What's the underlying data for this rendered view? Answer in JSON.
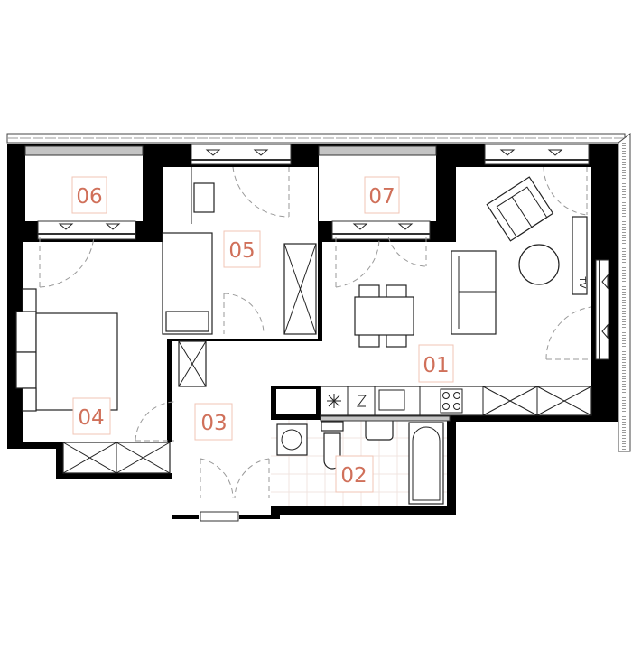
{
  "plan": {
    "rooms": [
      {
        "id": "01",
        "label": "01"
      },
      {
        "id": "02",
        "label": "02"
      },
      {
        "id": "03",
        "label": "03"
      },
      {
        "id": "04",
        "label": "04"
      },
      {
        "id": "05",
        "label": "05"
      },
      {
        "id": "06",
        "label": "06"
      },
      {
        "id": "07",
        "label": "07"
      }
    ],
    "tv_label": "TV",
    "colors": {
      "label": "#d0705a",
      "label_box": "#f0c4b6",
      "wall": "#000000"
    }
  }
}
